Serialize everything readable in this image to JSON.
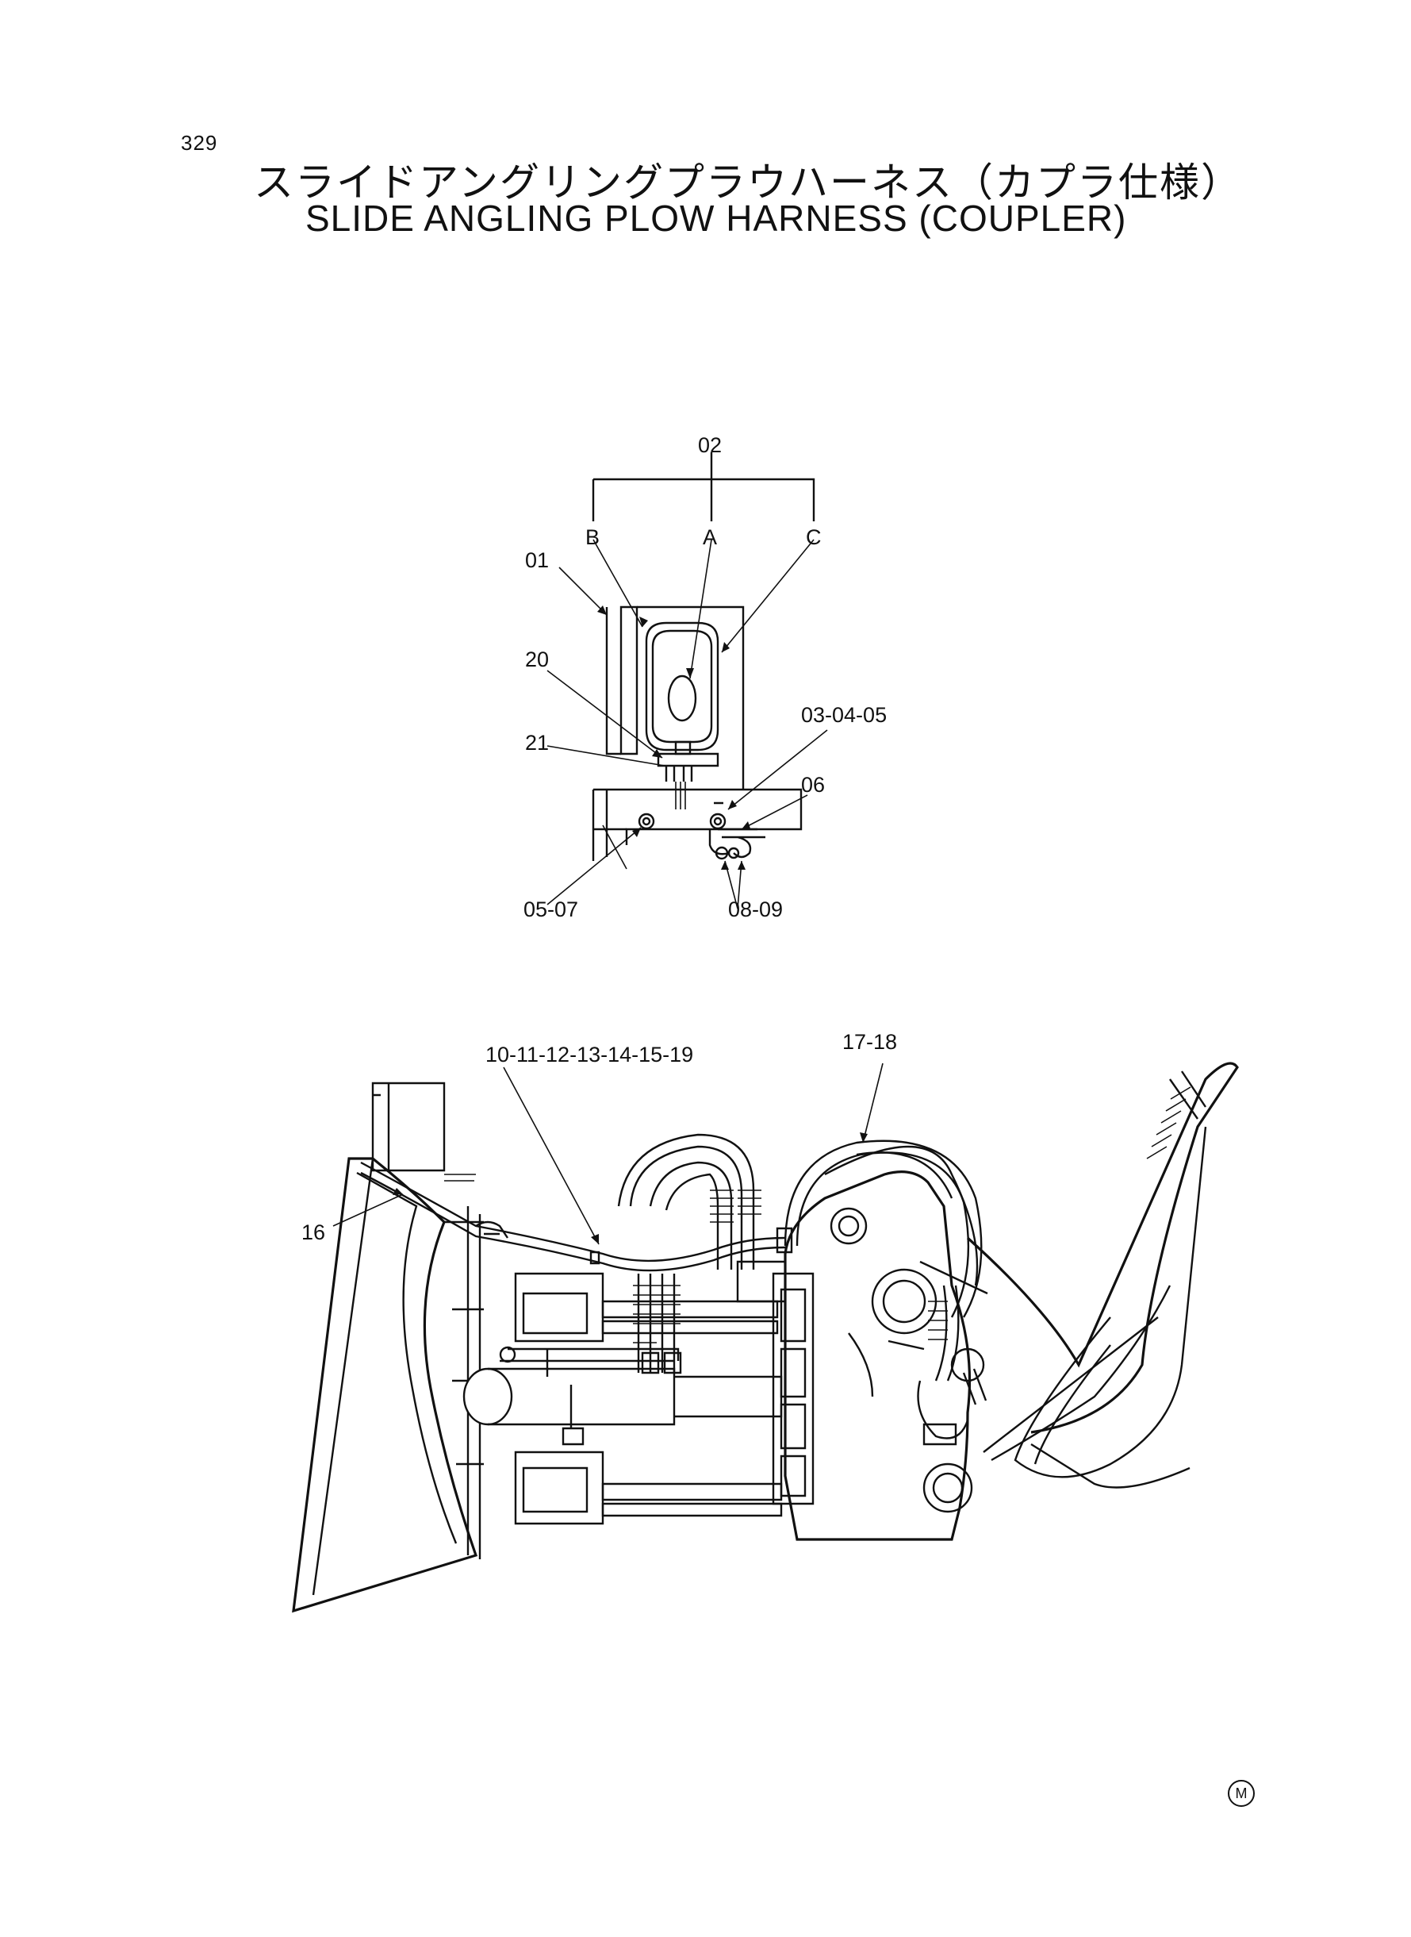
{
  "page_number": "329",
  "title_jp": "スライドアングリングプラウハーネス（カプラ仕様）",
  "title_en": "SLIDE ANGLING  PLOW  HARNESS (COUPLER)",
  "callouts_top": {
    "c02": "02",
    "cA": "A",
    "cB": "B",
    "cC": "C",
    "c01": "01",
    "c20": "20",
    "c21": "21",
    "c030405": "03-04-05",
    "c06": "06",
    "c0507": "05-07",
    "c0809": "08-09"
  },
  "callouts_bottom": {
    "c10to19": "10-11-12-13-14-15-19",
    "c1718": "17-18",
    "c16": "16"
  },
  "mark": "M"
}
